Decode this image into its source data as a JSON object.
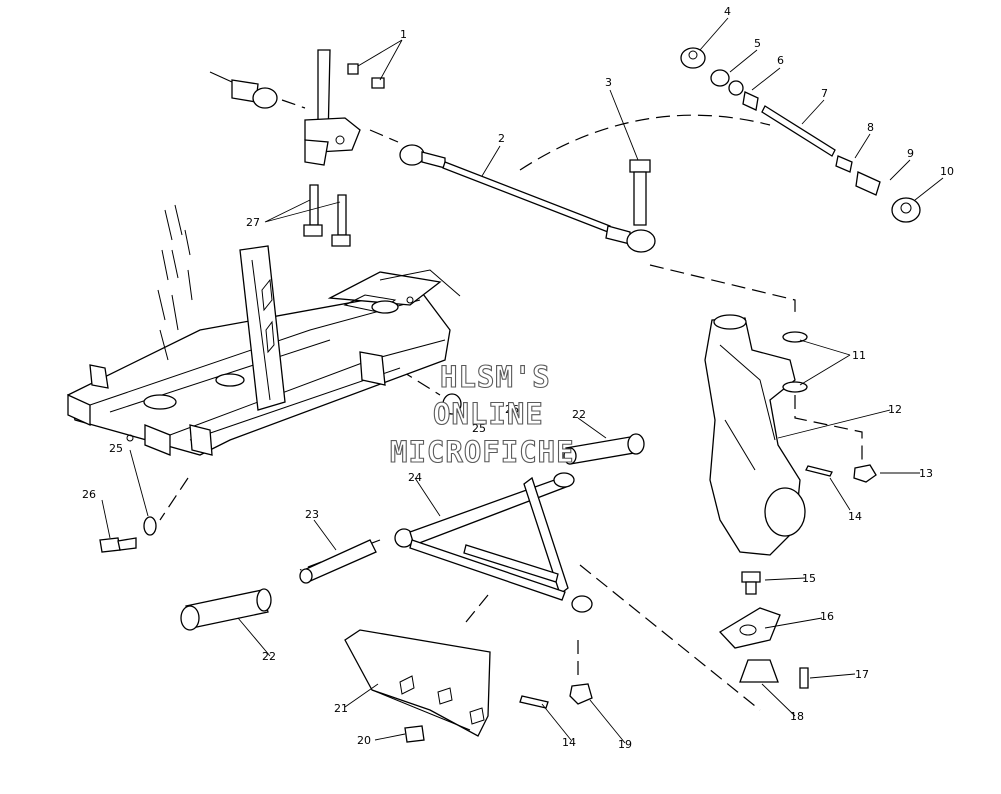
{
  "callouts": [
    "1",
    "2",
    "3",
    "4",
    "5",
    "6",
    "7",
    "8",
    "9",
    "10",
    "11",
    "12",
    "13",
    "14",
    "15",
    "16",
    "17",
    "18",
    "19",
    "20",
    "21",
    "22",
    "23",
    "24",
    "25",
    "26",
    "27"
  ],
  "watermark": {
    "line1": "HLSM'S",
    "line2": "ONLINE",
    "line3": "MICROFICHE",
    "overlap": [
      "26",
      "25"
    ]
  }
}
